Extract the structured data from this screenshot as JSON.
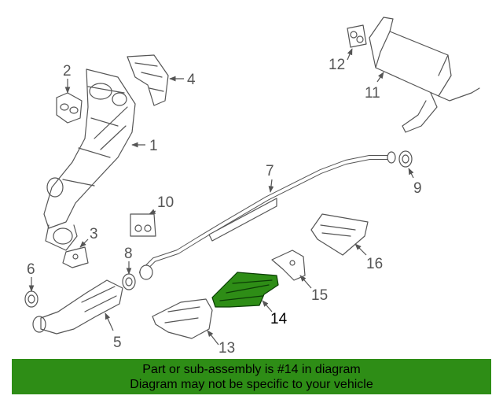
{
  "diagram": {
    "callouts": [
      {
        "id": "1",
        "label": "1"
      },
      {
        "id": "2",
        "label": "2"
      },
      {
        "id": "3",
        "label": "3"
      },
      {
        "id": "4",
        "label": "4"
      },
      {
        "id": "5",
        "label": "5"
      },
      {
        "id": "6",
        "label": "6"
      },
      {
        "id": "7",
        "label": "7"
      },
      {
        "id": "8",
        "label": "8"
      },
      {
        "id": "9",
        "label": "9"
      },
      {
        "id": "10",
        "label": "10"
      },
      {
        "id": "11",
        "label": "11"
      },
      {
        "id": "12",
        "label": "12"
      },
      {
        "id": "13",
        "label": "13"
      },
      {
        "id": "14",
        "label": "14"
      },
      {
        "id": "15",
        "label": "15"
      },
      {
        "id": "16",
        "label": "16"
      }
    ],
    "highlighted_part": "14",
    "highlight_color": "#2e8d16"
  },
  "banner": {
    "line1": "Part or sub-assembly is #14 in diagram",
    "line2": "Diagram may not be specific to your vehicle",
    "background": "#2e8d16"
  }
}
